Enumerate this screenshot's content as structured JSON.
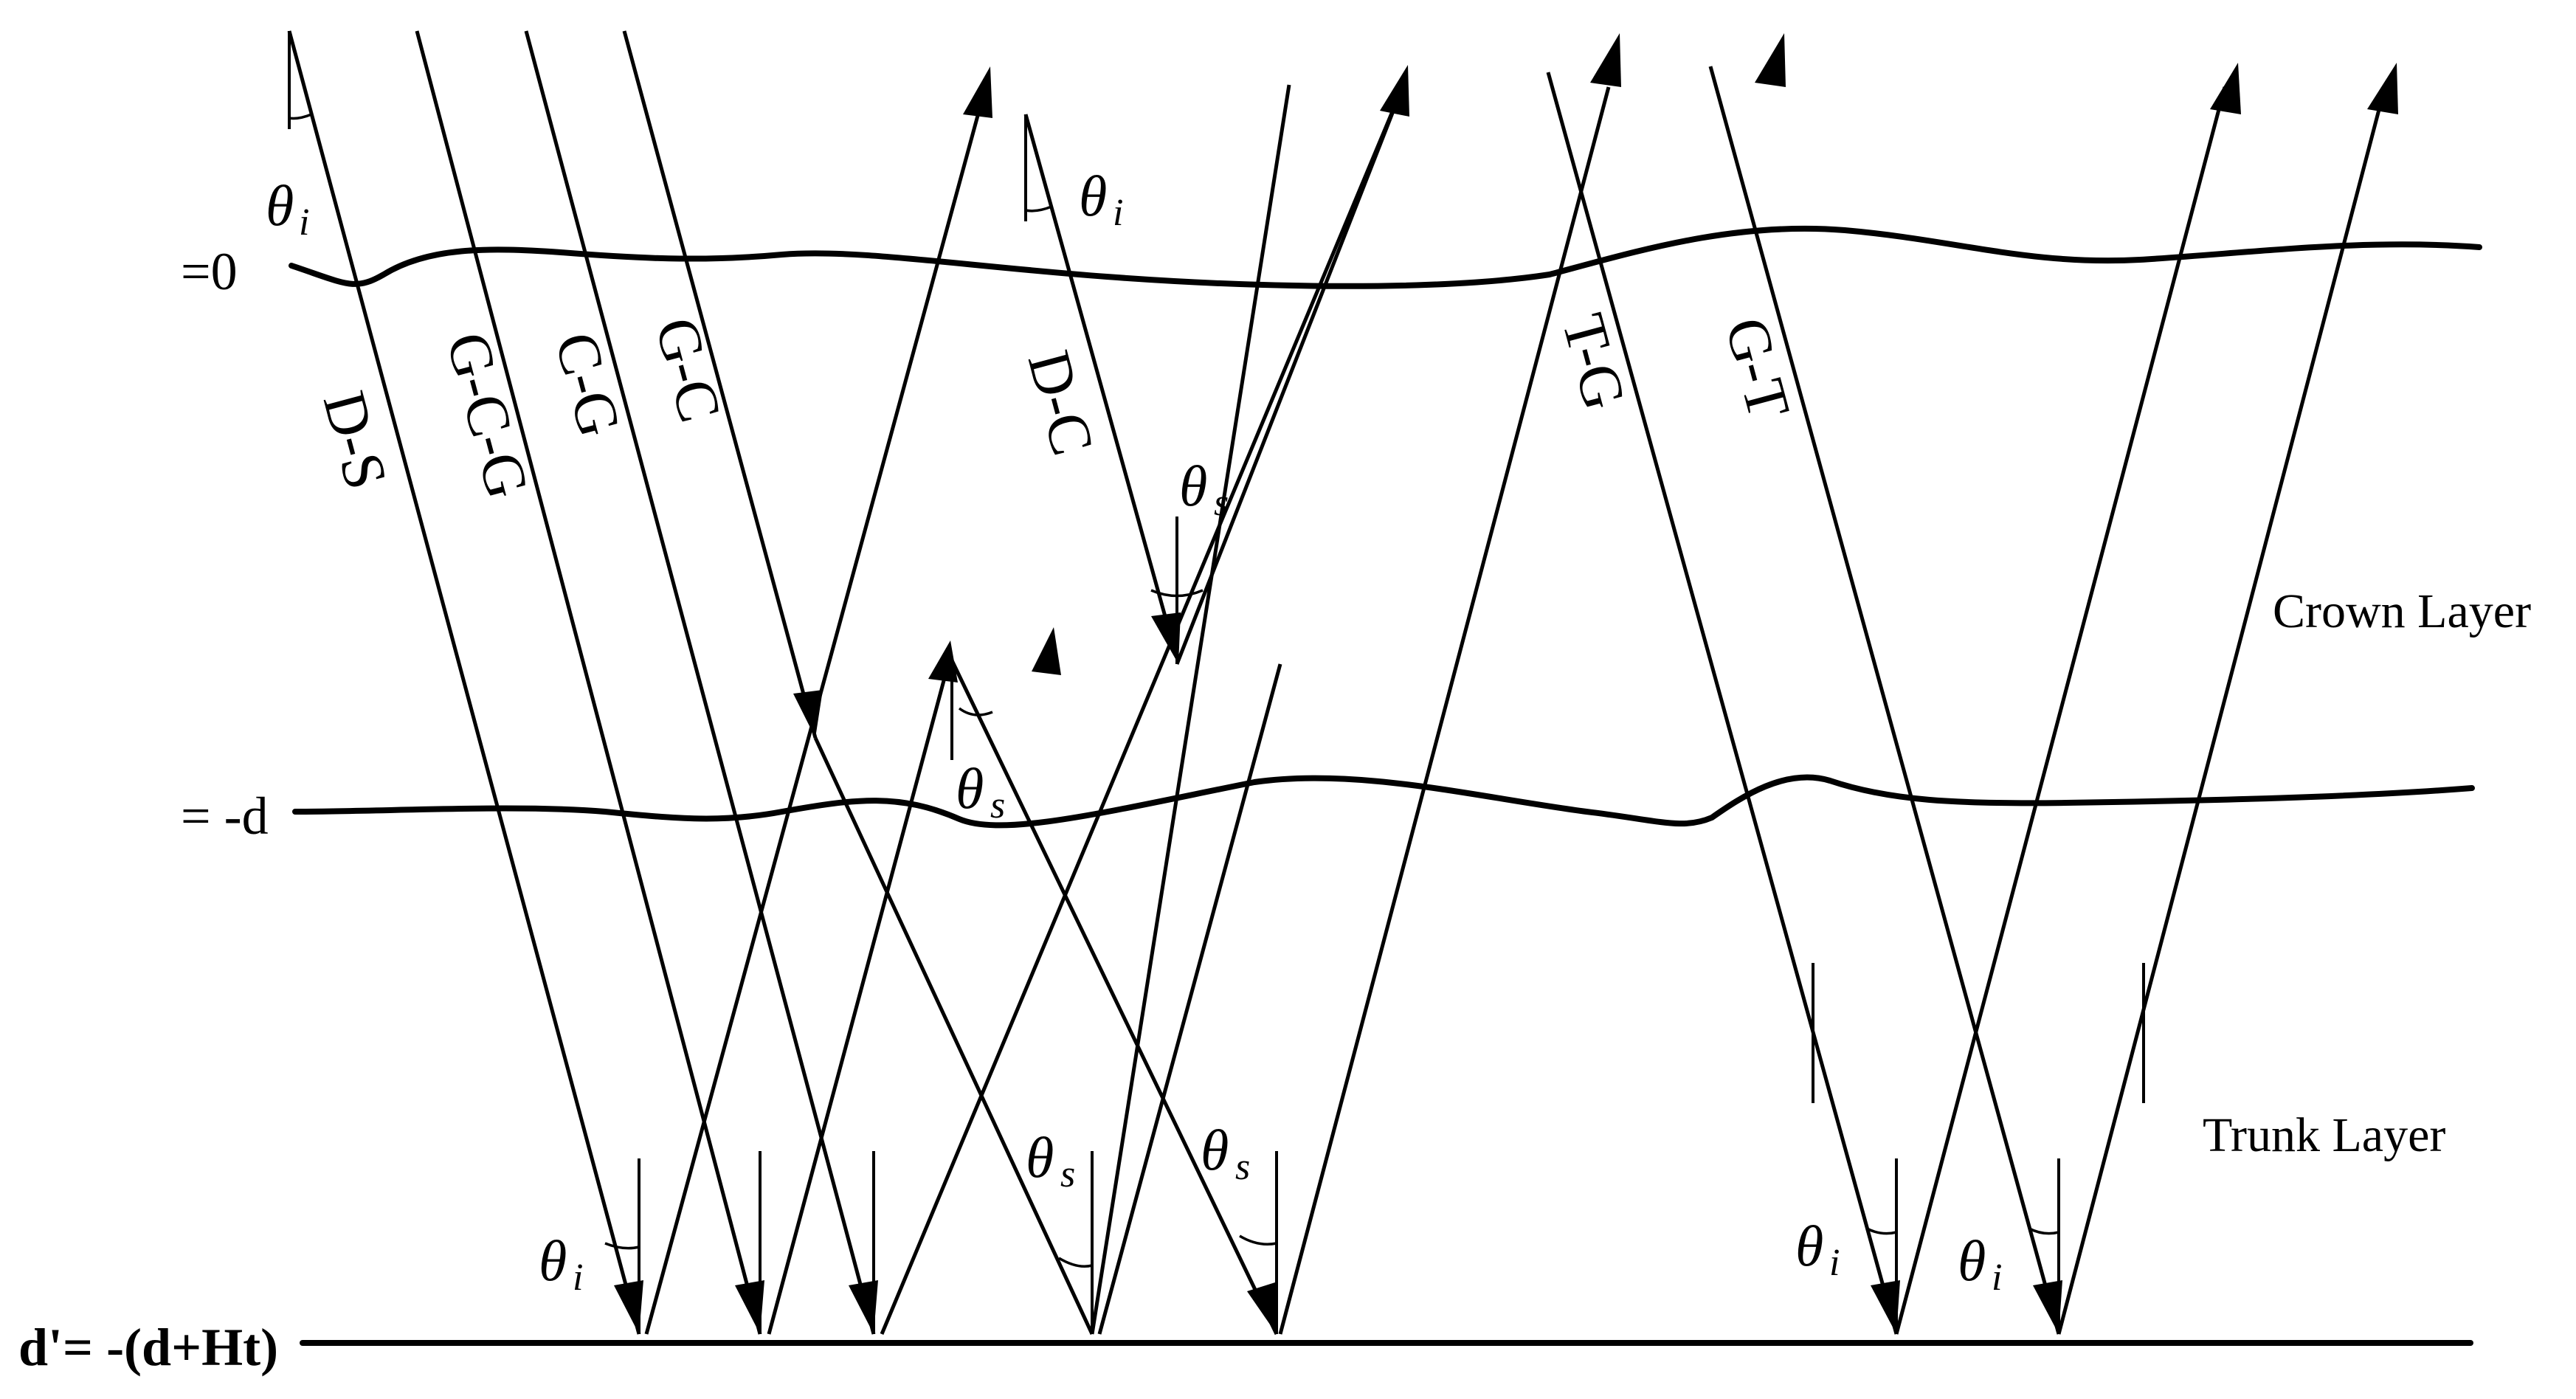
{
  "levels": {
    "top": "=0",
    "crown_bottom": "= -d",
    "ground": "d'= -(d+Ht)"
  },
  "layers": {
    "crown": "Crown Layer",
    "trunk": "Trunk Layer"
  },
  "ray_labels": [
    "D-S",
    "G-C-G",
    "C-G",
    "G-C",
    "D-C",
    "T-G",
    "G-T"
  ],
  "angle_symbols": {
    "incident": "θ",
    "incident_sub": "i",
    "scatter": "θ",
    "scatter_sub": "s"
  }
}
